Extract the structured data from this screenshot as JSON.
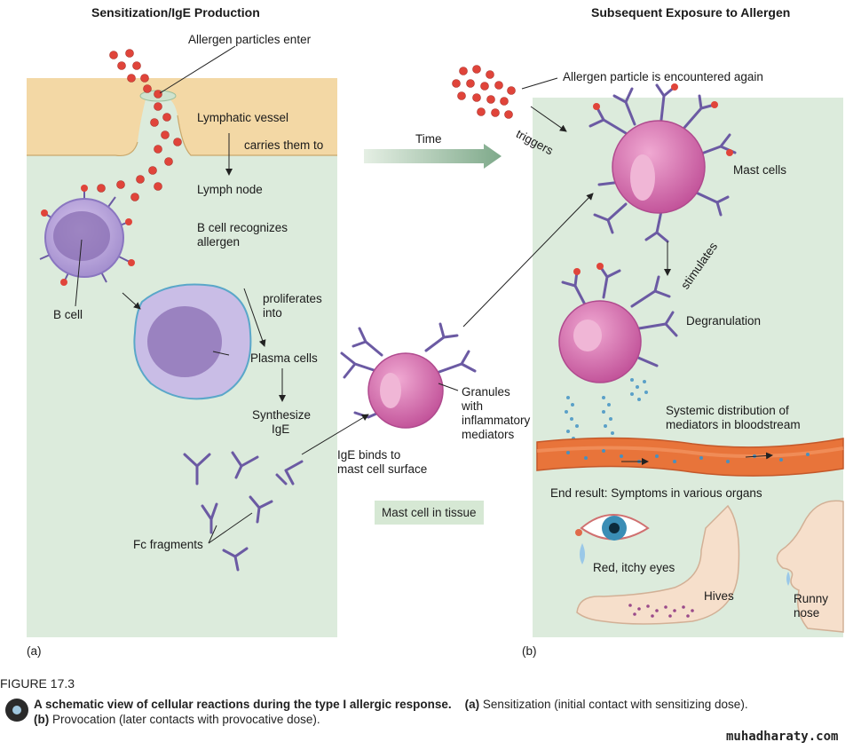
{
  "left_title": "Sensitization/IgE Production",
  "right_title": "Subsequent Exposure to Allergen",
  "labels": {
    "allergen_enter": "Allergen particles enter",
    "lymph_vessel": "Lymphatic vessel",
    "carries": "carries them to",
    "lymph_node": "Lymph node",
    "b_recognizes_1": "B cell recognizes",
    "b_recognizes_2": "allergen",
    "b_cell": "B cell",
    "proliferates_1": "proliferates",
    "proliferates_2": "into",
    "plasma": "Plasma cells",
    "synth_1": "Synthesize",
    "synth_2": "IgE",
    "fc": "Fc fragments",
    "ige_binds_1": "IgE binds to",
    "ige_binds_2": "mast cell surface",
    "granules_1": "Granules",
    "granules_2": "with",
    "granules_3": "inflammatory",
    "granules_4": "mediators",
    "mast_tissue": "Mast cell in tissue",
    "time": "Time",
    "encountered": "Allergen particle is encountered again",
    "triggers": "triggers",
    "mast_cells": "Mast cells",
    "stimulates": "stimulates",
    "degranulation": "Degranulation",
    "systemic_1": "Systemic distribution of",
    "systemic_2": "mediators in bloodstream",
    "end_result": "End result: Symptoms in various organs",
    "red_eyes": "Red, itchy eyes",
    "hives": "Hives",
    "runny_1": "Runny",
    "runny_2": "nose",
    "panel_a": "(a)",
    "panel_b": "(b)"
  },
  "caption": {
    "figure": "FIGURE  17.3",
    "bold": "A schematic view of cellular reactions during the type I allergic response.",
    "a_label": "(a)",
    "a_text": " Sensitization (initial contact with sensitizing dose).",
    "b_label": "(b)",
    "b_text": " Provocation (later contacts with provocative dose)."
  },
  "watermark": "muhadharaty.com",
  "colors": {
    "tissue": "#dceadb",
    "skin": "#f4d9a4",
    "cell_pink": "#d26aa8",
    "allergen_red": "#e0443a",
    "antibody": "#6b5aa3",
    "vessel": "#e8733a"
  }
}
